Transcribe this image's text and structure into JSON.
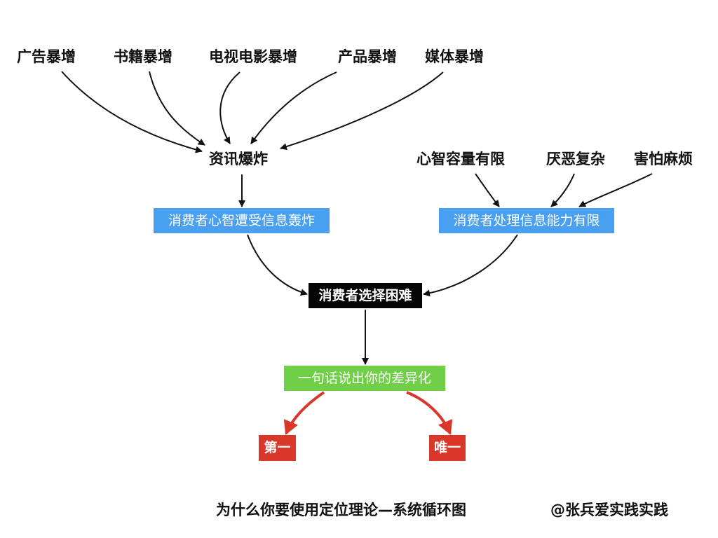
{
  "sources": [
    {
      "label": "广告暴增"
    },
    {
      "label": "书籍暴增"
    },
    {
      "label": "电视电影暴增"
    },
    {
      "label": "产品暴增"
    },
    {
      "label": "媒体暴增"
    }
  ],
  "info_explosion": {
    "label": "资讯爆炸"
  },
  "limits": [
    {
      "label": "心智容量有限"
    },
    {
      "label": "厌恶复杂"
    },
    {
      "label": "害怕麻烦"
    }
  ],
  "nodes": {
    "bombarded": {
      "label": "消费者心智遭受信息轰炸",
      "color": "#4aa0f0"
    },
    "limited_processing": {
      "label": "消费者处理信息能力有限",
      "color": "#4aa0f0"
    },
    "choice_difficulty": {
      "label": "消费者选择困难",
      "color": "#050505"
    },
    "differentiation": {
      "label": "一句话说出你的差异化",
      "color": "#6fcf46"
    },
    "first": {
      "label": "第一",
      "color": "#d9372a"
    },
    "only": {
      "label": "唯一",
      "color": "#d9372a"
    }
  },
  "footer": {
    "title": "为什么你要使用定位理论—系统循环图",
    "author": "@张兵爱实践实践"
  }
}
